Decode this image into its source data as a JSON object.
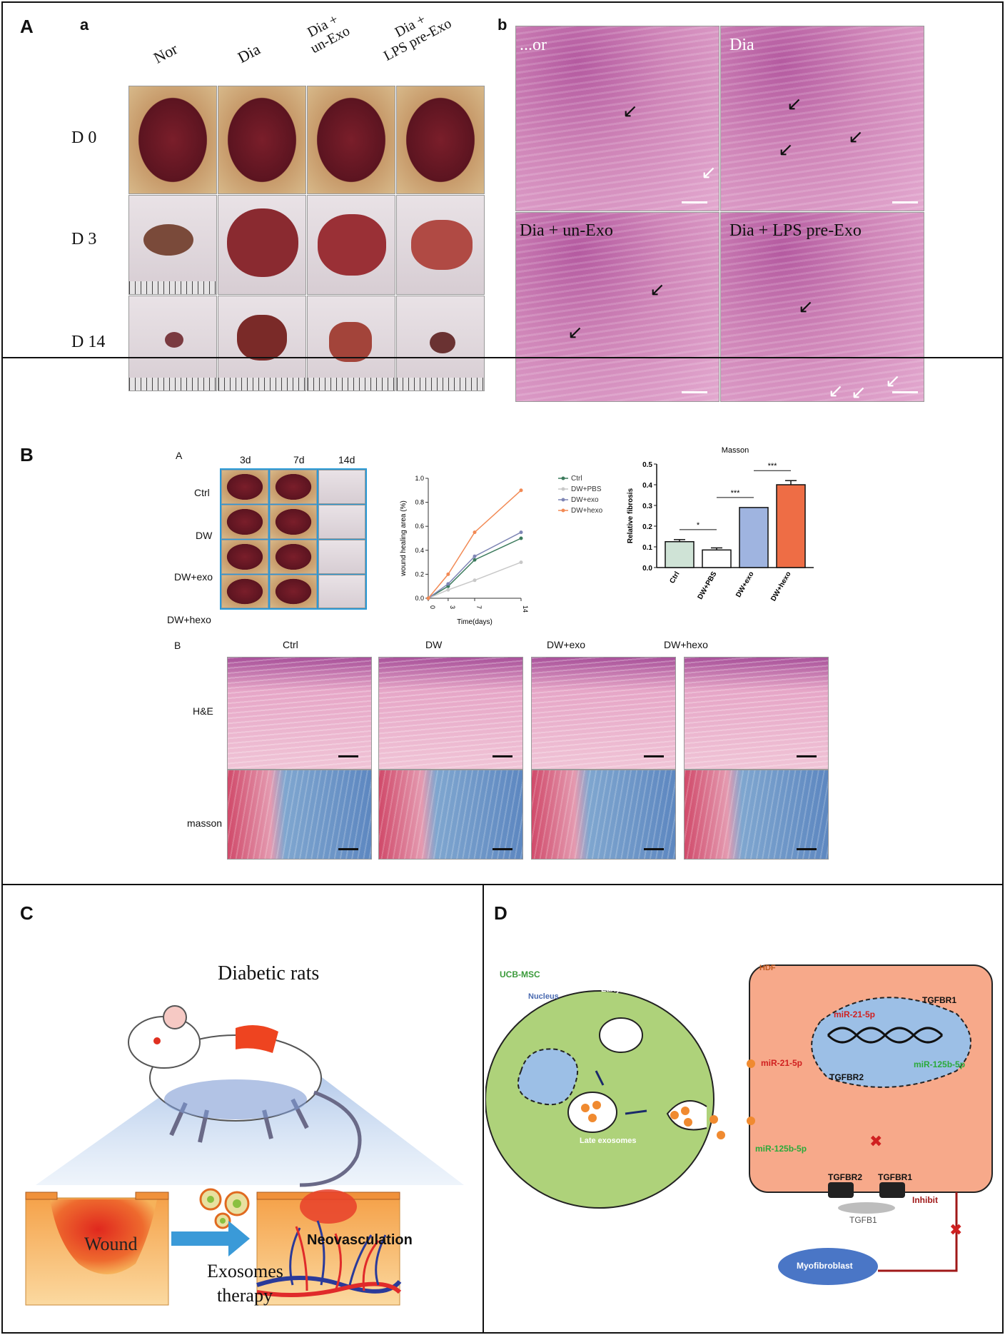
{
  "panels": {
    "A": {
      "label": "A",
      "sub_a": "a",
      "sub_b": "b",
      "col_headers": [
        "Nor",
        "Dia",
        "Dia +\nun-Exo",
        "Dia +\nLPS pre-Exo"
      ],
      "row_headers": [
        "D 0",
        "D 3",
        "D 14"
      ],
      "histo_labels": [
        "...or",
        "Dia",
        "Dia + un-Exo",
        "Dia + LPS pre-Exo"
      ]
    },
    "B": {
      "label": "B",
      "sub_A": "A",
      "sub_B": "B",
      "photo_cols": [
        "3d",
        "7d",
        "14d"
      ],
      "photo_rows": [
        "Ctrl",
        "DW",
        "DW+exo",
        "DW+hexo"
      ],
      "histo_cols": [
        "Ctrl",
        "DW",
        "DW+exo",
        "DW+hexo"
      ],
      "histo_rows": [
        "H&E",
        "masson"
      ]
    },
    "C": {
      "label": "C",
      "title": "Diabetic rats",
      "wound": "Wound",
      "therapy_line1": "Exosomes",
      "therapy_line2": "therapy",
      "neo": "Neovasculation"
    },
    "D": {
      "label": "D",
      "ucb": "UCB-MSC",
      "nucleus": "Nucleus",
      "early": "Early exosomes",
      "late": "Late exosomes",
      "hdf": "HDF",
      "mir21_in": "miR-21-5p",
      "tgfbr1_top": "TGFBR1",
      "mir21_out": "miR-21-5p",
      "tgfbr2_in": "TGFBR2",
      "mir125_in": "miR-125b-5p",
      "mir125_out": "miR-125b-5p",
      "tgfbr2": "TGFBR2",
      "tgfbr1": "TGFBR1",
      "inhibit": "Inhibit",
      "tgfb1": "TGFB1",
      "myo": "Myofibroblast"
    }
  },
  "chart_data": [
    {
      "type": "line",
      "title": "",
      "xlabel": "Time(days)",
      "ylabel": "wound healing area (%)",
      "x": [
        0,
        3,
        7,
        14
      ],
      "xticks": [
        "0",
        "3",
        "7",
        "14"
      ],
      "yticks": [
        "0.0",
        "0.2",
        "0.4",
        "0.6",
        "0.8",
        "1.0"
      ],
      "ylim": [
        0,
        1.0
      ],
      "legend": "top-right",
      "series": [
        {
          "name": "Ctrl",
          "values": [
            0,
            0.1,
            0.32,
            0.5
          ],
          "color": "#3b7a5c",
          "marker": "o"
        },
        {
          "name": "DW+PBS",
          "values": [
            0,
            0.07,
            0.15,
            0.3
          ],
          "color": "#c8c8c8",
          "marker": "o"
        },
        {
          "name": "DW+exo",
          "values": [
            0,
            0.12,
            0.35,
            0.55
          ],
          "color": "#7f86b5",
          "marker": "x"
        },
        {
          "name": "DW+hexo",
          "values": [
            0,
            0.2,
            0.55,
            0.9
          ],
          "color": "#f28a55",
          "marker": "x"
        }
      ]
    },
    {
      "type": "bar",
      "title": "Masson",
      "xlabel": "",
      "ylabel": "Relative fibrosis",
      "categories": [
        "Ctrl",
        "DW+PBS",
        "DW+exo",
        "DW+hexo"
      ],
      "values": [
        0.125,
        0.085,
        0.29,
        0.4
      ],
      "errors": [
        0.01,
        0.01,
        0.0,
        0.02
      ],
      "colors": [
        "#cfe3d6",
        "#ffffff",
        "#9fb4e0",
        "#ee6d45"
      ],
      "yticks": [
        "0.0",
        "0.1",
        "0.2",
        "0.3",
        "0.4",
        "0.5"
      ],
      "ylim": [
        0,
        0.5
      ],
      "significance": [
        {
          "from": 0,
          "to": 1,
          "label": "*"
        },
        {
          "from": 1,
          "to": 2,
          "label": "***"
        },
        {
          "from": 2,
          "to": 3,
          "label": "***"
        }
      ]
    }
  ]
}
